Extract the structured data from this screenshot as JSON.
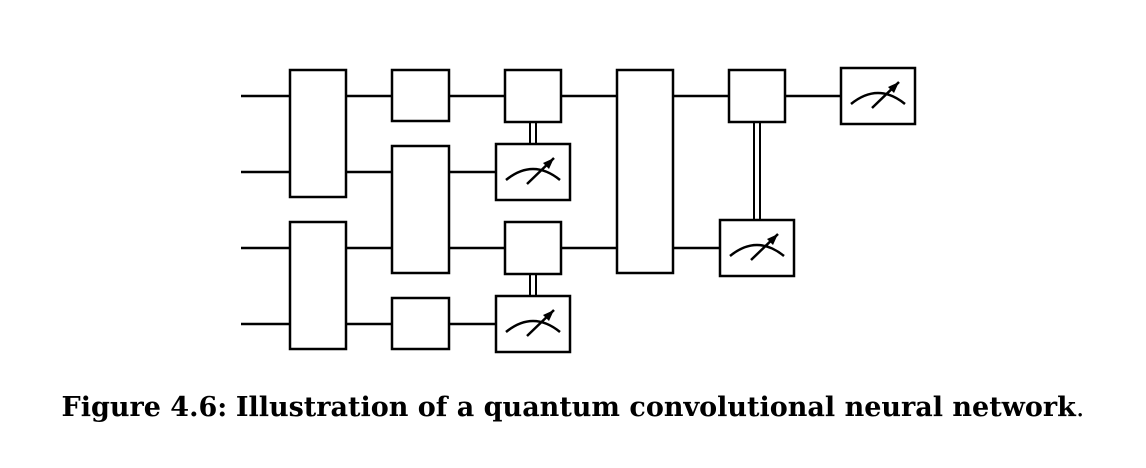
{
  "caption": {
    "label": "Figure 4.6:",
    "text": "Illustration of a quantum convolutional neural network",
    "end": "."
  },
  "diagram": {
    "qubit_count": 4,
    "gates": [
      {
        "id": "gate-l1-a",
        "kind": "two-qubit",
        "wires": [
          0,
          1
        ]
      },
      {
        "id": "gate-l1-b",
        "kind": "two-qubit",
        "wires": [
          2,
          3
        ]
      },
      {
        "id": "gate-l2-top",
        "kind": "single-qubit",
        "wires": [
          0
        ]
      },
      {
        "id": "gate-l2-mid",
        "kind": "two-qubit",
        "wires": [
          1,
          2
        ]
      },
      {
        "id": "gate-l2-bot",
        "kind": "single-qubit",
        "wires": [
          3
        ]
      },
      {
        "id": "pool-ctrl-top",
        "kind": "controlled",
        "wires": [
          0
        ]
      },
      {
        "id": "pool-ctrl-bot",
        "kind": "controlled",
        "wires": [
          2
        ]
      },
      {
        "id": "gate-l4",
        "kind": "two-qubit",
        "wires": [
          0,
          2
        ]
      },
      {
        "id": "pool-ctrl-final",
        "kind": "controlled",
        "wires": [
          0
        ]
      }
    ],
    "measurements": [
      {
        "id": "measure-q1",
        "wire": 1
      },
      {
        "id": "measure-q3",
        "wire": 3
      },
      {
        "id": "measure-q2",
        "wire": 2
      },
      {
        "id": "measure-q0-out",
        "wire": 0
      }
    ]
  }
}
